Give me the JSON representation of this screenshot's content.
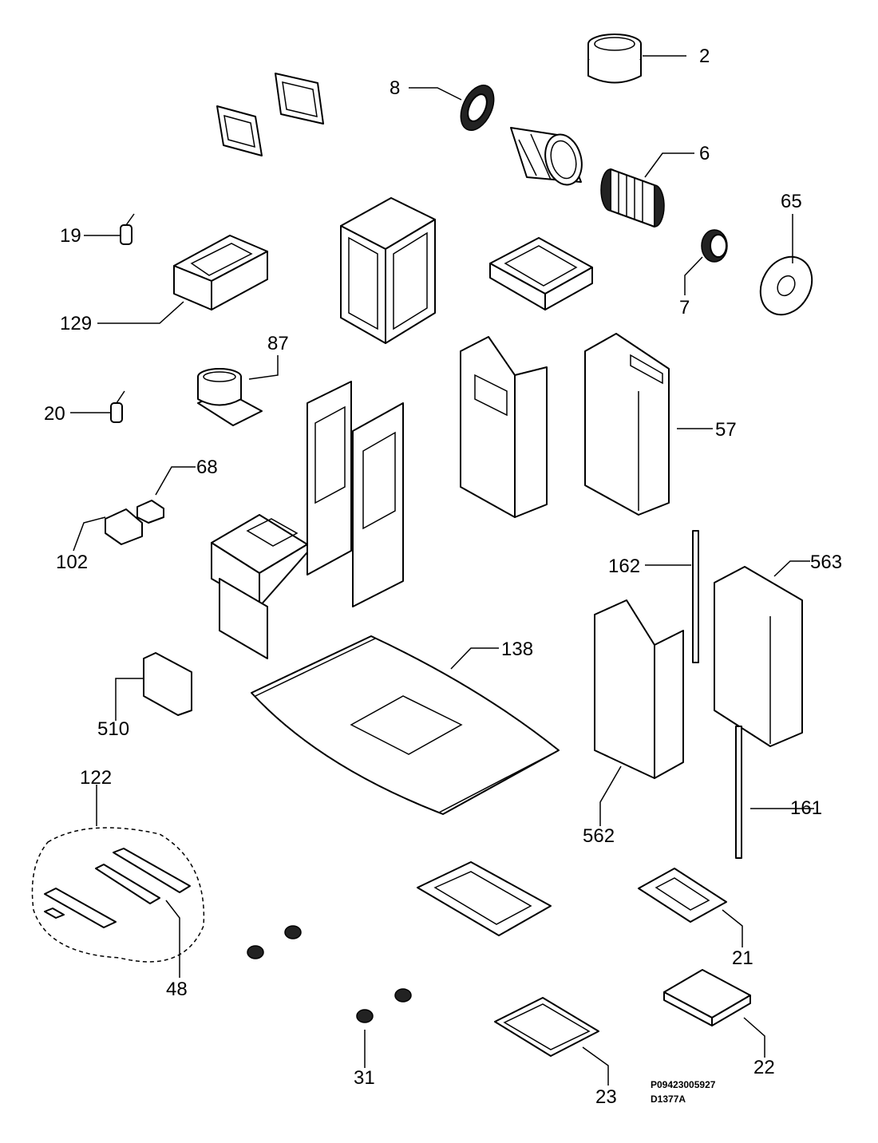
{
  "labels": {
    "p2": "2",
    "p8": "8",
    "p6": "6",
    "p19": "19",
    "p65": "65",
    "p7": "7",
    "p129": "129",
    "p87": "87",
    "p20": "20",
    "p57": "57",
    "p68": "68",
    "p102": "102",
    "p162": "162",
    "p563": "563",
    "p138": "138",
    "p510": "510",
    "p122": "122",
    "p161": "161",
    "p562": "562",
    "p48": "48",
    "p21": "21",
    "p22": "22",
    "p31": "31",
    "p23": "23"
  },
  "codes": {
    "line1": "P09423005927",
    "line2": "D1377A"
  }
}
